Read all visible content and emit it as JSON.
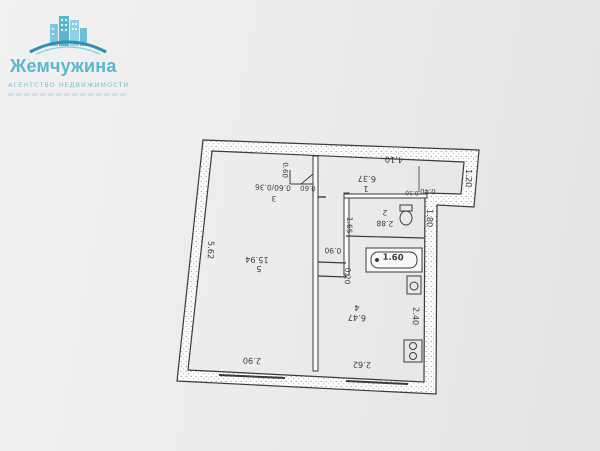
{
  "brand": {
    "name": "Жемчужина",
    "tagline": "АГЕНТСТВО НЕДВИЖИМОСТИ",
    "colors": {
      "primary": "#5bb7cf",
      "accent": "#2f8fb3",
      "muted": "#7fbccc"
    }
  },
  "plan": {
    "ink_color": "#3a3a3a",
    "labels": {
      "top_left_width": "2.90",
      "top_right_width": "2.62",
      "left_height": "5.62",
      "room5_number": "5",
      "room5_area": "15.94",
      "room3_number": "3",
      "room3_area": "0.60/0.36",
      "room3_dim_a": "0.60",
      "room3_dim_b": "0.60",
      "room1_number": "1",
      "room1_area": "6.37",
      "room1_length": "4.10",
      "room1_wing": "1.20",
      "wing_gap": "0.40",
      "wing_gap2": "0.10",
      "corridor_dim": "1.65",
      "doorway_dim": "0.90",
      "wall_dim": "0.20",
      "room2_number": "2",
      "room2_area": "2.88",
      "room2_height": "1.80",
      "bath_length": "1.60",
      "room4_number": "4",
      "room4_area": "6.47",
      "room4_height": "2.40"
    }
  }
}
